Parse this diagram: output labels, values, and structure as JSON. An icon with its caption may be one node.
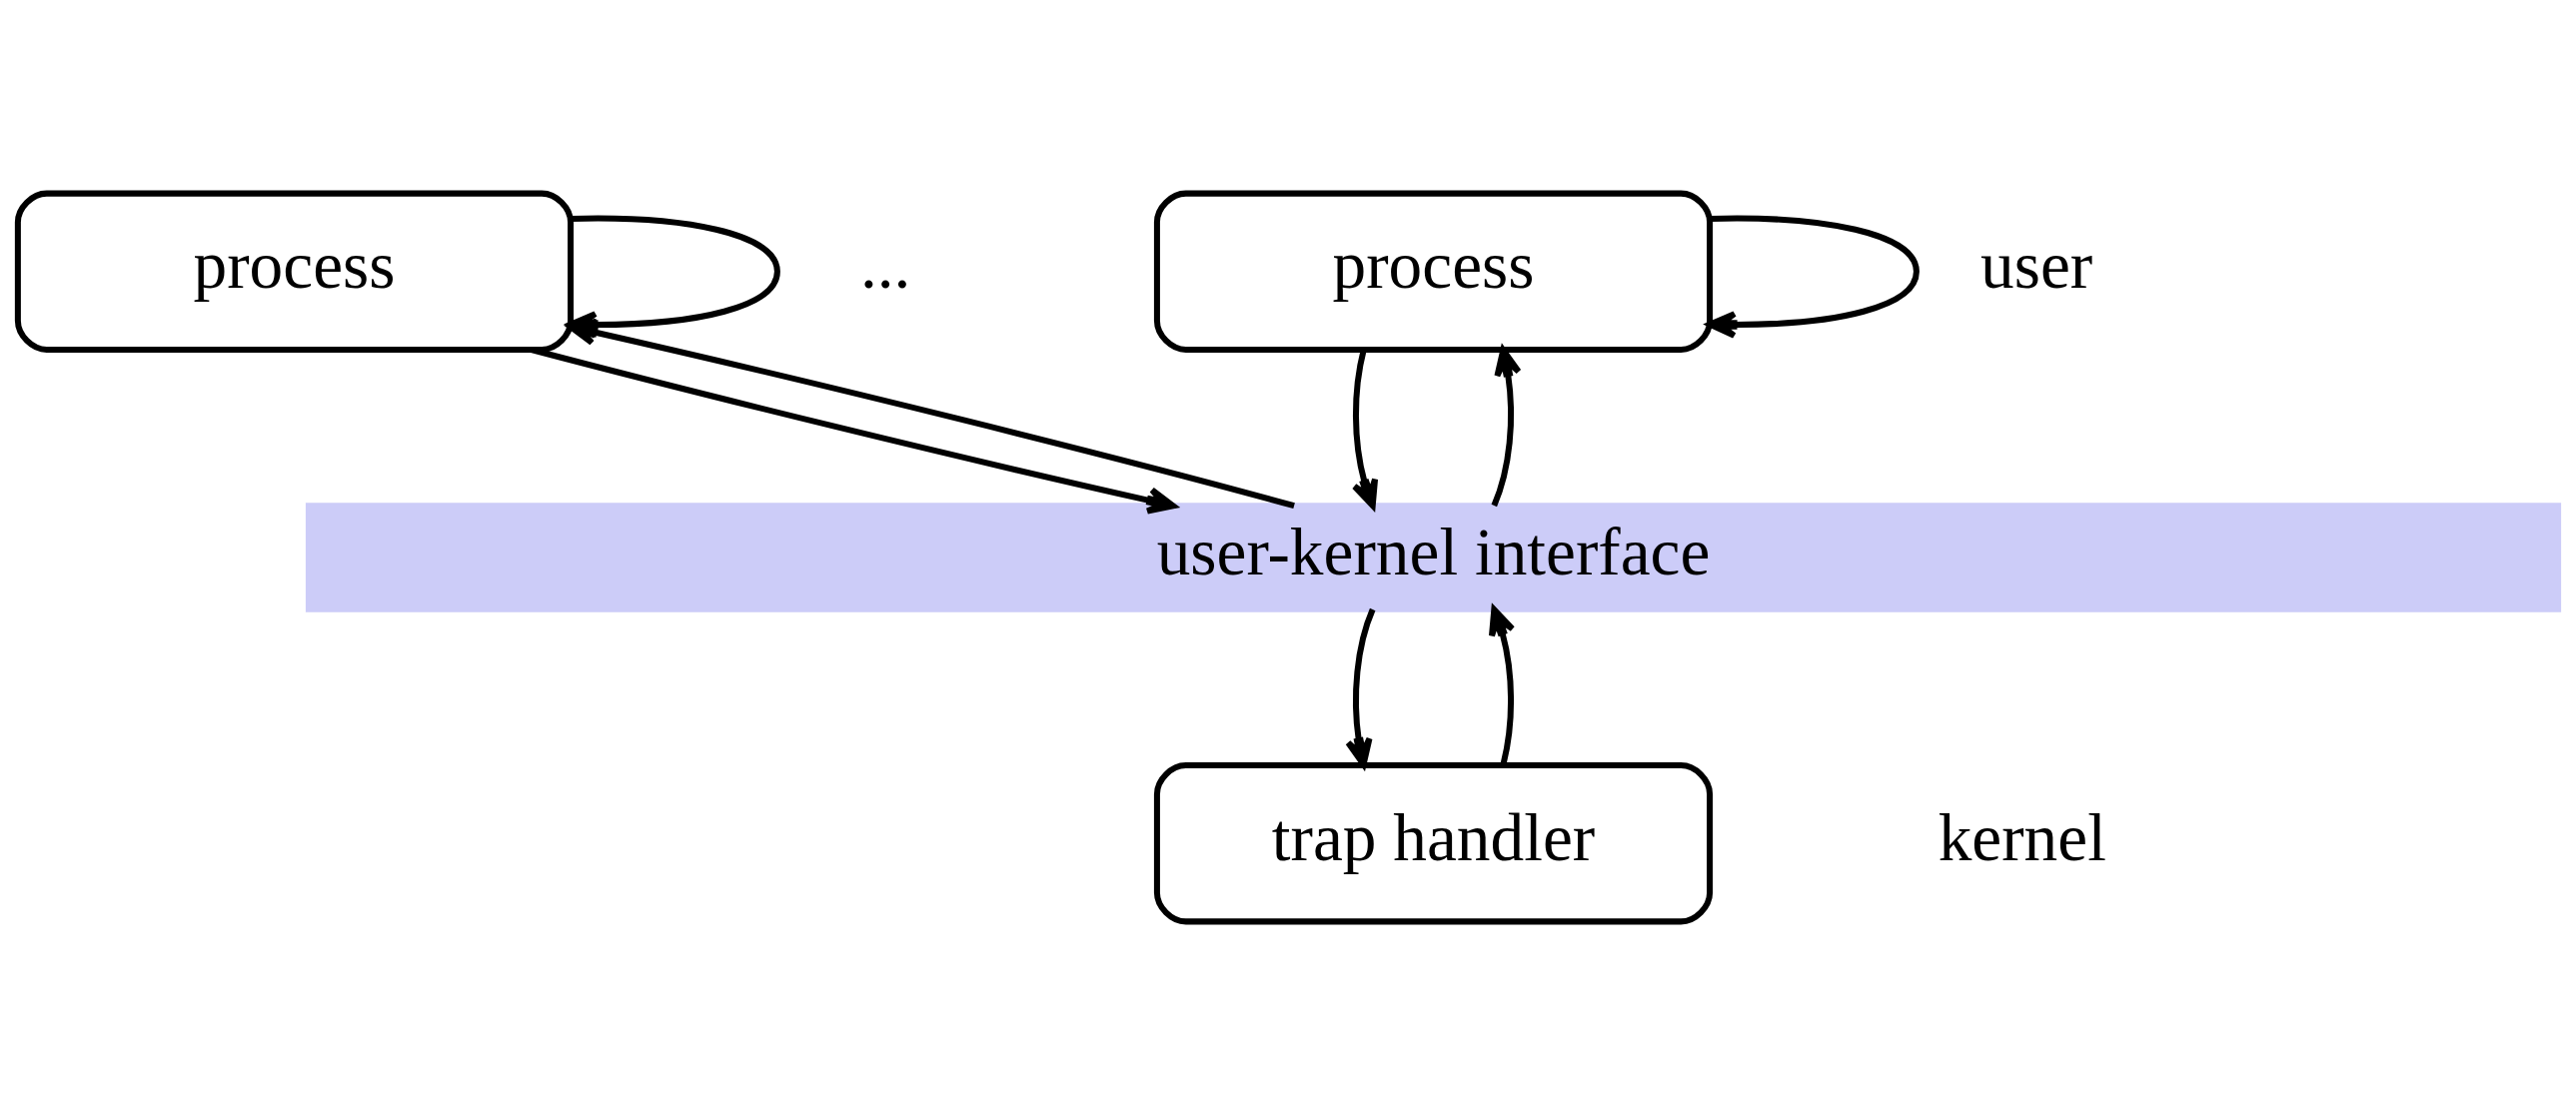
{
  "diagram": {
    "nodes": [
      {
        "text": [
          "process"
        ]
      },
      {
        "text": [
          "process"
        ]
      },
      {
        "text": [
          "user-kernel interface"
        ]
      },
      {
        "text": [
          "trap handler"
        ]
      }
    ],
    "edges": [
      {
        "from": 0,
        "to": 0,
        "arrow": "to"
      },
      {
        "from": 1,
        "to": 1,
        "arrow": "to"
      },
      {
        "from": 2,
        "to": 0,
        "arrow": "to"
      },
      {
        "from": 0,
        "to": 2,
        "arrow": "to"
      },
      {
        "from": 2,
        "to": 1,
        "arrow": "to"
      },
      {
        "from": 1,
        "to": 2,
        "arrow": "to"
      },
      {
        "from": 2,
        "to": 3,
        "arrow": "to"
      },
      {
        "from": 3,
        "to": 2,
        "arrow": "to"
      }
    ],
    "labels": [
      "...",
      "user",
      "kernel"
    ]
  }
}
